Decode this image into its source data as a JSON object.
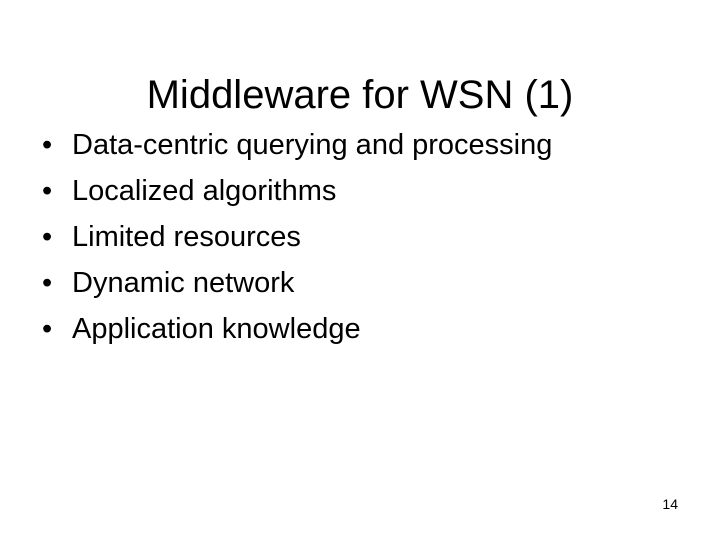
{
  "slide": {
    "title": "Middleware for WSN (1)",
    "bullet_marker": "•",
    "bullets": [
      {
        "label": "Data-centric querying and processing"
      },
      {
        "label": "Localized algorithms"
      },
      {
        "label": "Limited resources"
      },
      {
        "label": "Dynamic network"
      },
      {
        "label": "Application knowledge"
      }
    ],
    "page_number": "14",
    "colors": {
      "background": "#ffffff",
      "text": "#000000"
    }
  }
}
